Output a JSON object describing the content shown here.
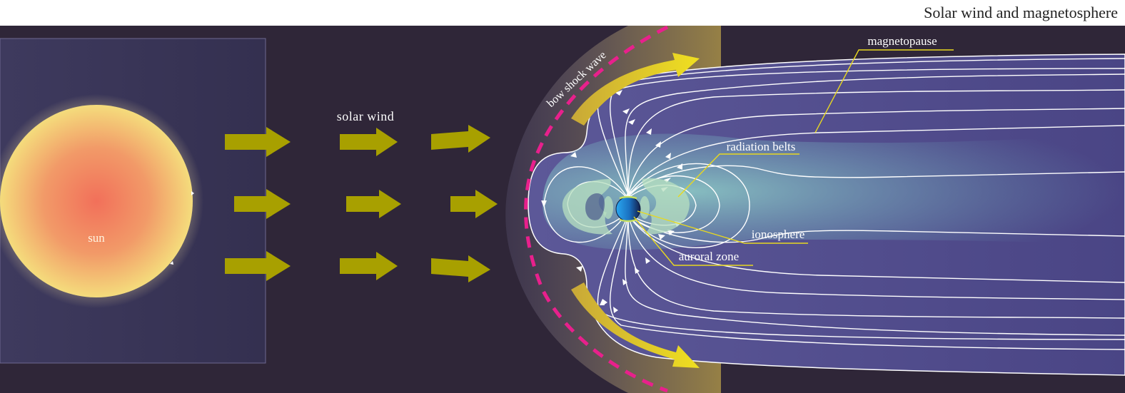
{
  "title": "Solar wind and magnetosphere",
  "labels": {
    "sun": "sun",
    "solar_wind": "solar wind",
    "bow_shock": "bow shock wave",
    "magnetopause": "magnetopause",
    "radiation_belts": "radiation belts",
    "ionosphere": "ionosphere",
    "auroral_zone": "auroral zone"
  },
  "colors": {
    "background": "#2f2638",
    "sun_core": "#f2705a",
    "sun_edge": "#f4dc7c",
    "wind_arrow": "#a8a000",
    "bow_shock": "#e8208c",
    "field_line": "#ffffff",
    "magnetosphere": "#5a5496",
    "radiation_belt": "#b8e0c0",
    "earth": "#2a9ee0",
    "leader_line": "#e8d820"
  }
}
